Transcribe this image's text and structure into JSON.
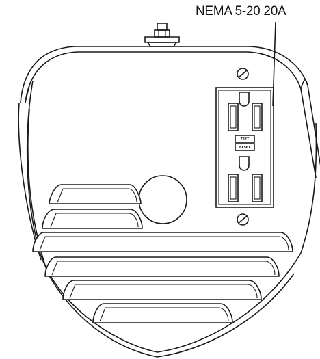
{
  "callout_label": "NEMA 5-20 20A",
  "receptacle": {
    "test_label": "TEST",
    "reset_label": "RESET"
  },
  "icons": [
    "screw-icon",
    "outlet-icon",
    "bolt-terminal-icon"
  ]
}
